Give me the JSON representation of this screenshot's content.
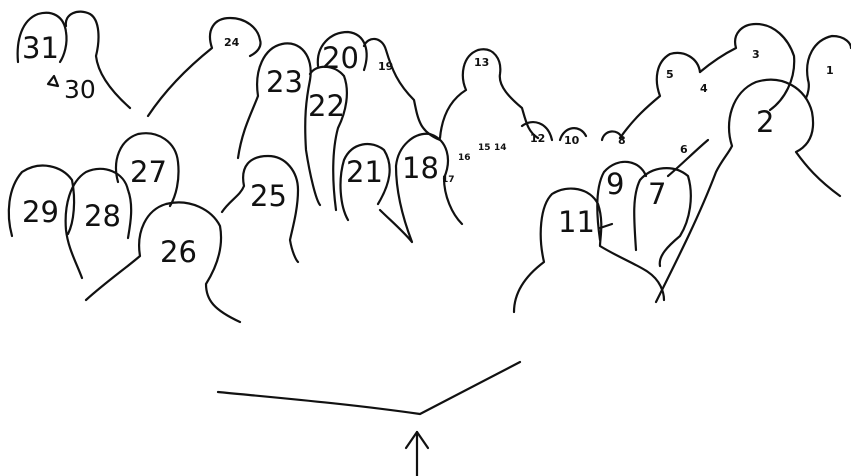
{
  "scene": {
    "line_color": "#111111",
    "background": "#ffffff",
    "figure_numbers": {
      "n1": "1",
      "n2": "2",
      "n3": "3",
      "n4": "4",
      "n5": "5",
      "n6": "6",
      "n7": "7",
      "n8": "8",
      "n9": "9",
      "n10": "10",
      "n11": "11",
      "n12": "12",
      "n13": "13",
      "n14": "14",
      "n15": "15",
      "n16": "16",
      "n17": "17",
      "n18": "18",
      "n19": "19",
      "n20": "20",
      "n21": "21",
      "n22": "22",
      "n23": "23",
      "n24": "24",
      "n25": "25",
      "n26": "26",
      "n27": "27",
      "n28": "28",
      "n29": "29",
      "n30": "30",
      "n31": "31"
    },
    "icons": {
      "viewpoint_arrow": "up-arrow-icon"
    }
  }
}
